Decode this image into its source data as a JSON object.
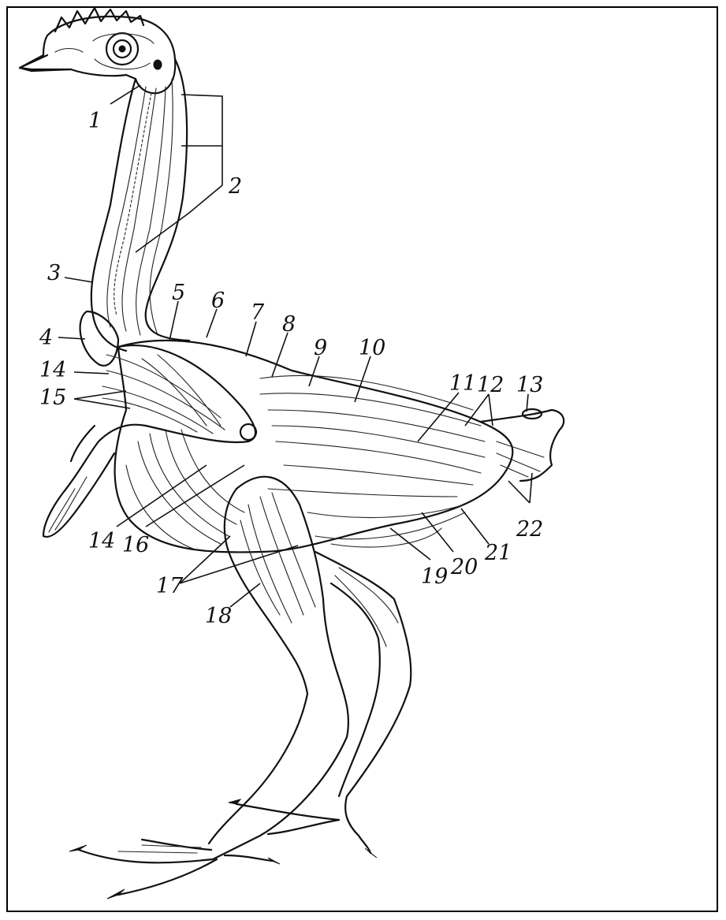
{
  "figure": {
    "labels": [
      {
        "id": "l1",
        "text": "1"
      },
      {
        "id": "l2",
        "text": "2"
      },
      {
        "id": "l3",
        "text": "3"
      },
      {
        "id": "l4",
        "text": "4"
      },
      {
        "id": "l5",
        "text": "5"
      },
      {
        "id": "l6",
        "text": "6"
      },
      {
        "id": "l7",
        "text": "7"
      },
      {
        "id": "l8",
        "text": "8"
      },
      {
        "id": "l9",
        "text": "9"
      },
      {
        "id": "l10",
        "text": "10"
      },
      {
        "id": "l11",
        "text": "11"
      },
      {
        "id": "l12",
        "text": "12"
      },
      {
        "id": "l13",
        "text": "13"
      },
      {
        "id": "l14a",
        "text": "14"
      },
      {
        "id": "l15",
        "text": "15"
      },
      {
        "id": "l14b",
        "text": "14"
      },
      {
        "id": "l16",
        "text": "16"
      },
      {
        "id": "l17",
        "text": "17"
      },
      {
        "id": "l18",
        "text": "18"
      },
      {
        "id": "l19",
        "text": "19"
      },
      {
        "id": "l20",
        "text": "20"
      },
      {
        "id": "l21",
        "text": "21"
      },
      {
        "id": "l22",
        "text": "22"
      }
    ]
  },
  "colors": {
    "ink": "#111111",
    "paper": "#ffffff"
  }
}
